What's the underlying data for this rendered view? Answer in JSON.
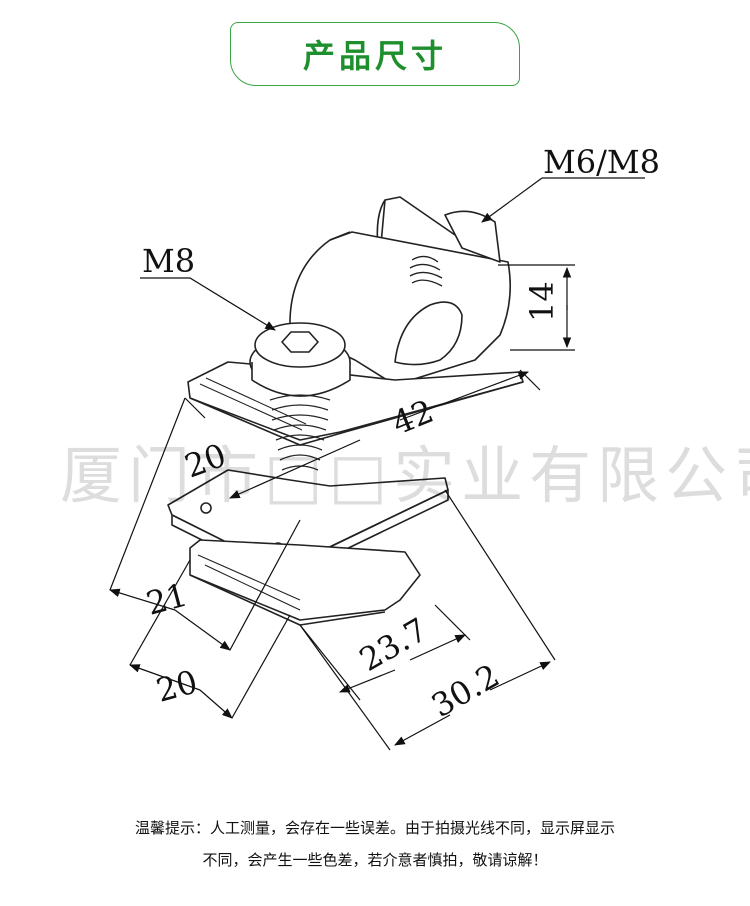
{
  "header": {
    "title": "产品尺寸"
  },
  "callouts": {
    "bolt_top": "M6/M8",
    "bolt_main": "M8"
  },
  "dimensions": {
    "d14": "14",
    "d42": "42",
    "d20_top": "20",
    "d21": "21",
    "d20_bottom": "20",
    "d23_7": "23.7",
    "d30_2": "30.2"
  },
  "watermark": "厦门市□□实业有限公司",
  "note": {
    "line1": "温馨提示：人工测量，会存在一些误差。由于拍摄光线不同，显示屏显示",
    "line2": "不同，会产生一些色差，若介意者慎拍，敬请谅解！"
  },
  "colors": {
    "accent": "#3aa544",
    "title": "#1d8f2c"
  }
}
